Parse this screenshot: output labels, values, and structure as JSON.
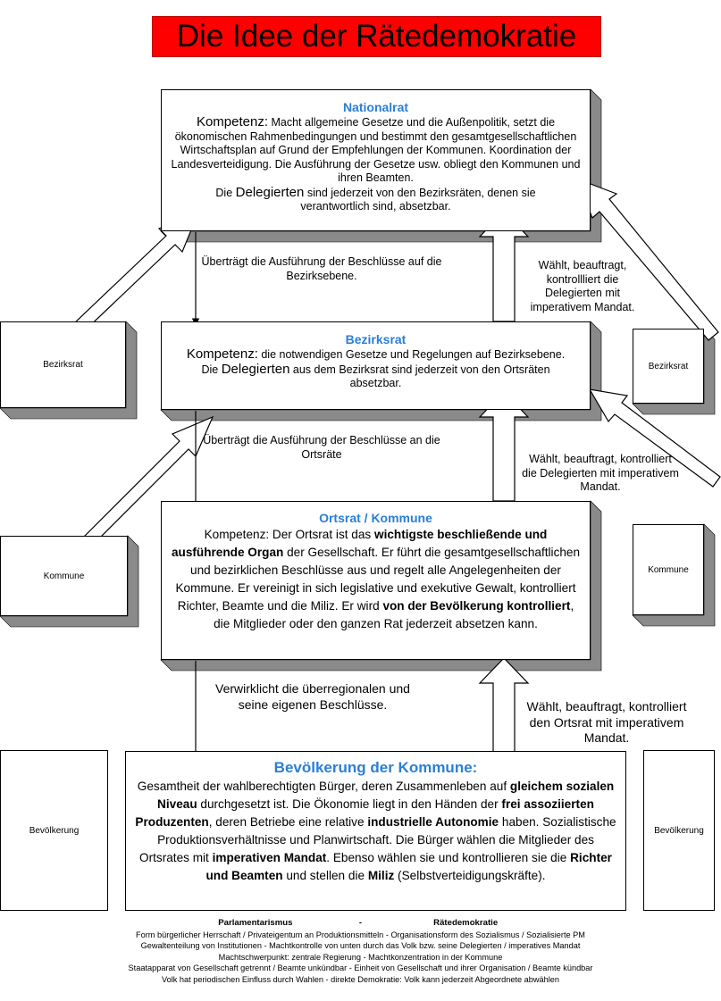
{
  "title": "Die Idee der Rätedemokratie",
  "nationalrat": {
    "heading": "Nationalrat",
    "kompetenz_label": "Kompetenz:",
    "kompetenz_text": "Macht allgemeine Gesetze und die Außenpolitik, setzt die ökonomischen Rahmenbedingungen und bestimmt den gesamtgesellschaftlichen Wirtschaftsplan auf Grund der Empfehlungen der Kommunen. Koordination der Landesverteidigung. Die Ausführung der Gesetze usw. obliegt den Kommunen und ihren Beamten.",
    "delegierte_pre": "Die",
    "delegierte_word": "Delegierten",
    "delegierte_post": "sind jederzeit von den Bezirksräten, denen sie verantwortlich sind, absetzbar."
  },
  "bezirksrat": {
    "heading": "Bezirksrat",
    "kompetenz_label": "Kompetenz:",
    "kompetenz_text": "die notwendigen Gesetze und Regelungen auf Bezirksebene.",
    "delegierte_pre": "Die",
    "delegierte_word": "Delegierten",
    "delegierte_post": "aus dem Bezirksrat sind jederzeit von den Ortsräten absetzbar."
  },
  "ortsrat": {
    "heading": "Ortsrat / Kommune",
    "t1": "Kompetenz: Der Ortsrat ist das ",
    "b1": "wichtigste beschließende und ausführende Organ",
    "t2": " der Gesellschaft. Er führt die gesamtgesellschaftlichen und bezirklichen Beschlüsse aus und regelt alle Angelegenheiten der Kommune. Er vereinigt in sich legislative und exekutive Gewalt, kontrolliert Richter, Beamte und die Miliz. Er wird ",
    "b2": "von der Bevölkerung kontrolliert",
    "t3": ", die Mitglieder oder den ganzen Rat jederzeit absetzen kann."
  },
  "bevoelkerung": {
    "heading": "Bevölkerung der Kommune:",
    "t1": "Gesamtheit der wahlberechtigten Bürger, deren Zusammenleben auf ",
    "b1": "gleichem sozialen Niveau",
    "t2": " durchgesetzt ist. Die Ökonomie liegt in den Händen der ",
    "b2": "frei assoziierten Produzenten",
    "t3": ", deren Betriebe eine relative ",
    "b3": "industrielle Autonomie",
    "t4": " haben. Sozialistische Produktionsverhältnisse und Planwirtschaft. Die Bürger wählen die Mitglieder des Ortsrates mit ",
    "b4": "imperativen Mandat",
    "t5": ". Ebenso wählen sie und kontrollieren sie die ",
    "b5": "Richter und Beamten",
    "t6": " und stellen die ",
    "b6": "Miliz",
    "t7": " (Selbstverteidigungskräfte)."
  },
  "side_labels": {
    "bezirksrat_left": "Bezirksrat",
    "bezirksrat_right": "Bezirksrat",
    "kommune_left": "Kommune",
    "kommune_right": "Kommune",
    "bevoelkerung_left": "Bevölkerung",
    "bevoelkerung_right": "Bevölkerung"
  },
  "notes": {
    "uebertraegt_1": "Überträgt die Ausführung der Beschlüsse auf die Bezirksebene.",
    "uebertraegt_2": "Überträgt die Ausführung der Beschlüsse an die Ortsräte",
    "verwirklicht": "Verwirklicht die überregionalen und seine eigenen Beschlüsse.",
    "waehlt_1": "Wählt, beauftragt, kontrollliert die Delegierten mit imperativem Mandat.",
    "waehlt_2": "Wählt, beauftragt, kontrolliert die Delegierten mit imperativem Mandat.",
    "waehlt_3": "Wählt, beauftragt, kontrolliert den Ortsrat mit imperativem Mandat."
  },
  "footer": {
    "head_left": "Parlamentarismus",
    "head_sep": "-",
    "head_right": "Rätedemokratie",
    "lines": [
      "Form bürgerlicher Herrschaft / Privateigentum an Produktionsmitteln - Organisationsform des Sozialismus / Sozialisierte PM",
      "Gewaltenteilung von Institutionen - Machtkontrolle von unten durch das Volk bzw. seine Delegierten / imperatives Mandat",
      "Machtschwerpunkt: zentrale Regierung - Machtkonzentration in der Kommune",
      "Staatapparat von Gesellschaft getrennt / Beamte unkündbar - Einheit von Gesellschaft und ihrer Organisation / Beamte kündbar",
      "Volk hat periodischen Einfluss durch Wahlen - direkte Demokratie: Volk kann jederzeit Abgeordnete abwählen"
    ]
  },
  "colors": {
    "title_bg": "#ff0000",
    "heading": "#2a7fd6",
    "shadow": "#808080"
  }
}
